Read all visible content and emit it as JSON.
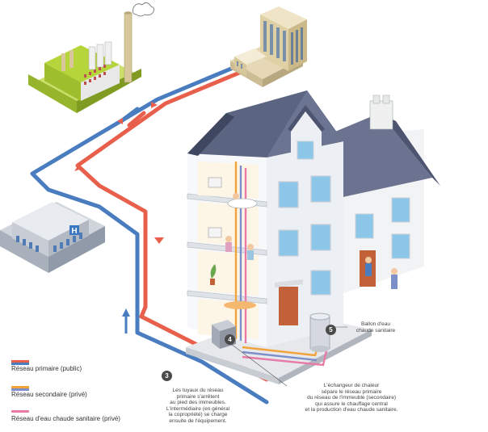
{
  "legend": {
    "primary": {
      "label": "Réseau primaire (public)",
      "colors": [
        "#e8604c",
        "#4a7cc0"
      ]
    },
    "secondary": {
      "label": "Réseau secondaire (privé)",
      "colors": [
        "#f2a33a",
        "#7d8fc8"
      ]
    },
    "sanitary": {
      "label": "Réseau d'eau chaude sanitaire (privé)",
      "colors": [
        "#e87aa8"
      ]
    }
  },
  "callouts": {
    "c3": {
      "number": "3",
      "lines": [
        "Les tuyaux du réseau",
        "primaire s'arrêtent",
        "au pied des immeubles.",
        "L'intermédiaire (en général",
        "la copropriété) se charge",
        "ensuite de l'équipement."
      ]
    },
    "c4": {
      "number": "4",
      "lines": [
        "L'échangeur de chaleur",
        "sépare le réseau primaire",
        "du réseau de l'immeuble (secondaire)",
        "qui assure le chauffage central",
        "et la production d'eau chaude sanitaire."
      ]
    },
    "c5": {
      "number": "5",
      "lines": [
        "Ballon d'eau",
        "chaude sanitaire"
      ]
    }
  },
  "colors": {
    "pipe_red": "#e8604c",
    "pipe_blue": "#4a7cc0",
    "roof": "#5b6480",
    "facade": "#eceff3",
    "window": "#8cc6e8",
    "factory_green": "#b6d53a",
    "badge": "#4a4a4a"
  },
  "icons": [
    "factory",
    "office-building",
    "hospital",
    "residential-building",
    "heat-exchanger",
    "hot-water-tank",
    "smoke-cloud"
  ]
}
